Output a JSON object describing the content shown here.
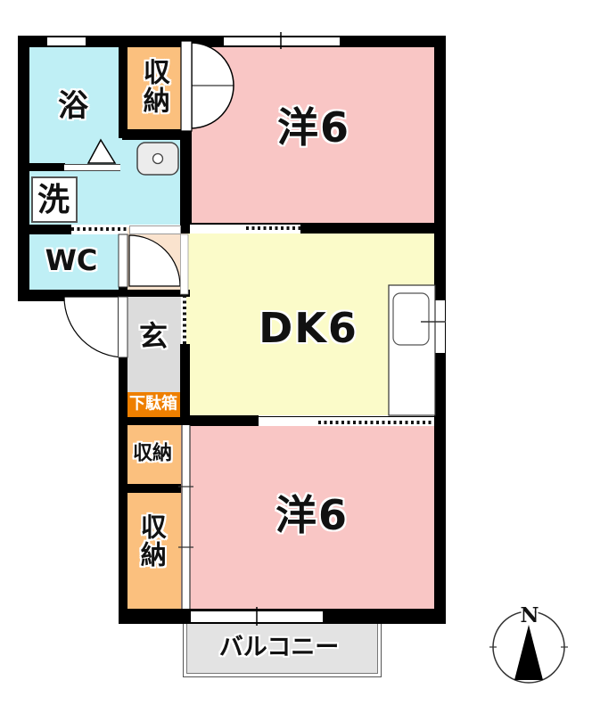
{
  "title": "2DK apartment floor plan",
  "rooms": {
    "bath": {
      "label": "浴"
    },
    "closet_top": {
      "label": "収納"
    },
    "western_room_top": {
      "label": "洋6"
    },
    "laundry": {
      "label": "洗"
    },
    "wc": {
      "label": "WC"
    },
    "genkan": {
      "label": "玄"
    },
    "shoe_cabinet": {
      "label": "下駄箱"
    },
    "dining_kitchen": {
      "label": "DK6"
    },
    "closet_small": {
      "label": "収納"
    },
    "closet_large": {
      "label": "収納"
    },
    "western_room_bottom": {
      "label": "洋6"
    },
    "balcony": {
      "label": "バルコニー"
    }
  },
  "compass": {
    "north_label": "N"
  },
  "icons": [
    "washbasin-icon",
    "kitchen-sink-icon",
    "compass-icon",
    "door-swing-symbols"
  ],
  "colors": {
    "room_pink": "#F9C6C5",
    "room_yellow": "#FBFBC9",
    "room_cyan": "#BFEFF5",
    "closet_orange": "#FBC07E",
    "shoe_cabinet_orange": "#EE7F00",
    "genkan_gray": "#DCDCDC",
    "hall_peach": "#FAE3CE",
    "balcony_gray": "#E3E3E3",
    "wall": "#000000"
  }
}
